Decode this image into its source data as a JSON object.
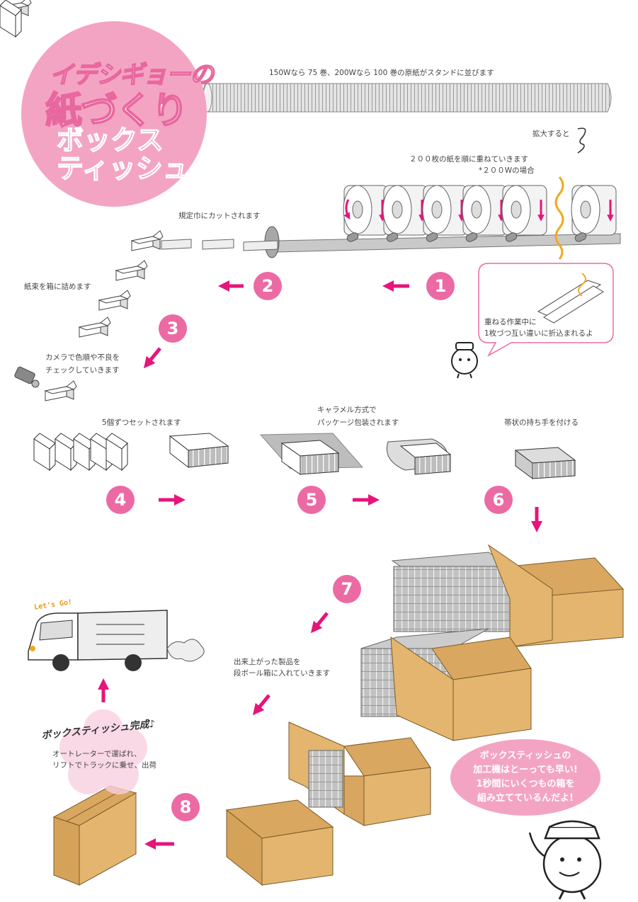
{
  "title": {
    "brand": "イデシギョーの",
    "line2": "紙づくり",
    "line3": "ボックス",
    "line4": "ティッシュ"
  },
  "captions": {
    "stand": "150Wなら 75 巻、200Wなら 100 巻の原紙がスタンドに並びます",
    "zoom": "拡大すると",
    "stack_1": "２００枚の紙を順に重ねていきます",
    "stack_2": "*２００Wの場合",
    "cut": "規定巾にカットされます",
    "box_pack": "紙束を箱に詰めます",
    "fold_1": "重ねる作業中に",
    "fold_2": "1枚づつ互い違いに折込まれるよ",
    "camera_1": "カメラで色順や不良を",
    "camera_2": "チェックしていきます",
    "set5": "5個ずつセットされます",
    "caramel_1": "キャラメル方式で",
    "caramel_2": "パッケージ包装されます",
    "handle": "帯状の持ち手を付ける",
    "cardboard_1": "出来上がった製品を",
    "cardboard_2": "段ボール箱に入れていきます",
    "done": "ボックスティッシュ完成♪",
    "ship_1": "オートレーターで運ばれ、",
    "ship_2": "リフトでトラックに乗せ、出荷",
    "lets_go": "Let's Go!"
  },
  "bubble": {
    "l1": "ボックスティッシュの",
    "l2": "加工機はとーっても早い!",
    "l3": "1秒間にいくつもの箱を",
    "l4": "組み立てているんだよ!"
  },
  "steps": [
    "1",
    "2",
    "3",
    "4",
    "5",
    "6",
    "7",
    "8"
  ],
  "colors": {
    "pink": "#ec6aa4",
    "arrow": "#e5157a",
    "light_pink": "#f4a4c3",
    "cardboard": "#e3b56e",
    "tissue_gray": "#b5b5b5",
    "wave": "#f0a822"
  }
}
